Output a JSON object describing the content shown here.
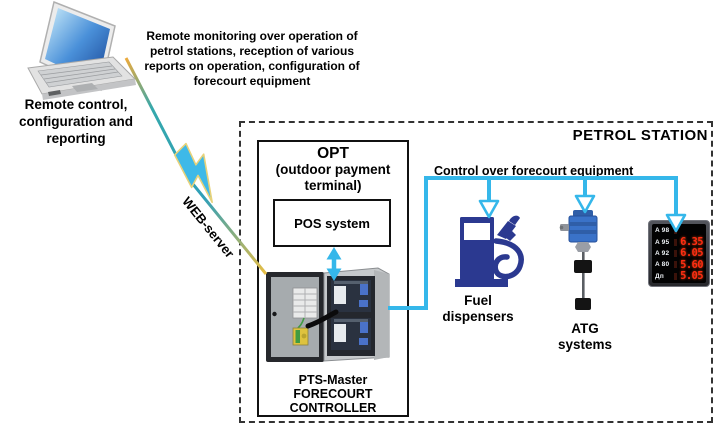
{
  "notes": {
    "remote_monitoring": "Remote monitoring over operation of\npetrol stations, reception of various\nreports on operation, configuration of\nforecourt equipment",
    "laptop_caption": "Remote control,\nconfiguration and\nreporting",
    "web_server": "WEB-server"
  },
  "station": {
    "title": "PETROL STATION",
    "control_label": "Control over forecourt equipment",
    "opt": {
      "title": "OPT",
      "subtitle": "(outdoor payment\nterminal)",
      "pos": "POS system"
    },
    "controller_caption": "PTS-Master\nFORECOURT\nCONTROLLER",
    "fuel_caption": "Fuel\ndispensers",
    "atg_caption": "ATG\nsystems"
  },
  "price_display": {
    "rows": [
      {
        "label": "A 98",
        "price": ""
      },
      {
        "label": "A 95",
        "price": "6.35"
      },
      {
        "label": "A 92",
        "price": "6.05"
      },
      {
        "label": "A 80",
        "price": "5.60"
      },
      {
        "label": "Дп",
        "price": "5.05"
      }
    ]
  },
  "icons": [
    "laptop-icon",
    "lightning-bolt-icon",
    "forecourt-controller-cabinet-icon",
    "fuel-dispenser-icon",
    "atg-probe-icon",
    "price-display-icon",
    "down-arrow-icon",
    "double-arrow-icon"
  ],
  "colors": {
    "connector": "#35B7EA",
    "pump": "#2B3990",
    "digits": "#FF2D12",
    "link1": "#EDAA3C",
    "link2": "#35A8AC",
    "link3": "#E8BE44",
    "bolt": "#3EB9E8",
    "boltedge": "#E7D27A"
  }
}
